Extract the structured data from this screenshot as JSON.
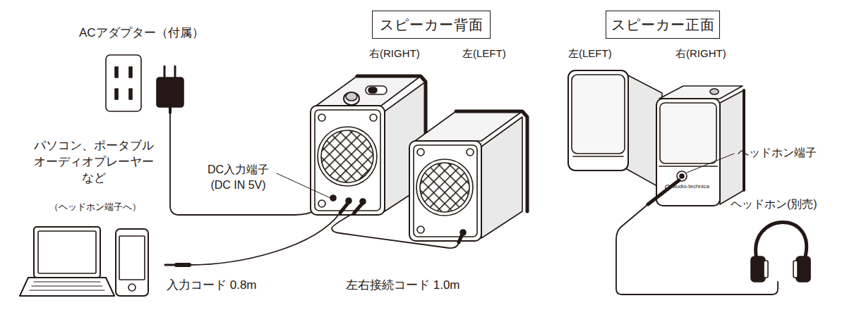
{
  "diagram": {
    "nodes": [
      {
        "text": [
          "スピーカー背面"
        ]
      },
      {
        "text": [
          "スピーカー正面"
        ]
      }
    ],
    "labels": [
      "ACアダプター（付属）",
      "右(RIGHT)",
      "左(LEFT)",
      "左(LEFT)",
      "右(RIGHT)",
      "ヘッドホン端子",
      "DC入力端子 (DC IN 5V)",
      "パソコン、ポータブルオーディオプレーヤーなど",
      "（ヘッドホン端子へ）",
      "入力コード 0.8m",
      "左右接続コード 1.0m",
      "ヘッドホン(別売)",
      "audio-technica"
    ]
  }
}
